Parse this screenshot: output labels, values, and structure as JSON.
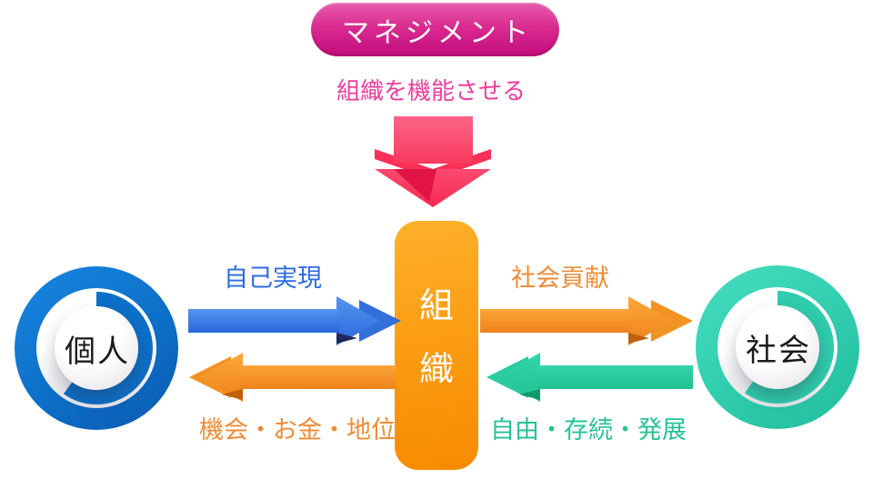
{
  "management": {
    "pill_label": "マネジメント",
    "subtitle": "組織を機能させる"
  },
  "nodes": {
    "organization": {
      "chars": [
        "組",
        "織"
      ]
    },
    "individual": {
      "label": "個人"
    },
    "society": {
      "label": "社会"
    }
  },
  "flows": {
    "self_realization": {
      "label": "自己実現",
      "direction": "individual→organization"
    },
    "opportunity": {
      "label": "機会・お金・地位",
      "direction": "organization→individual"
    },
    "social_contribution": {
      "label": "社会貢献",
      "direction": "organization→society"
    },
    "freedom": {
      "label": "自由・存続・発展",
      "direction": "society→organization"
    }
  },
  "palette": {
    "pill_magenta_top": "#e65cab",
    "pill_magenta_bottom": "#c30c7c",
    "subtitle_pink": "#ee3d9d",
    "down_arrow_pink": "#f93a5e",
    "organization_orange_top": "#ffb02a",
    "organization_orange_bottom": "#f78b00",
    "individual_blue": "#0d6fc8",
    "society_teal": "#2fccad",
    "flow_blue": "#2b6ce2",
    "flow_orange": "#ee8c35",
    "flow_teal": "#27c394",
    "background": "#ffffff"
  }
}
